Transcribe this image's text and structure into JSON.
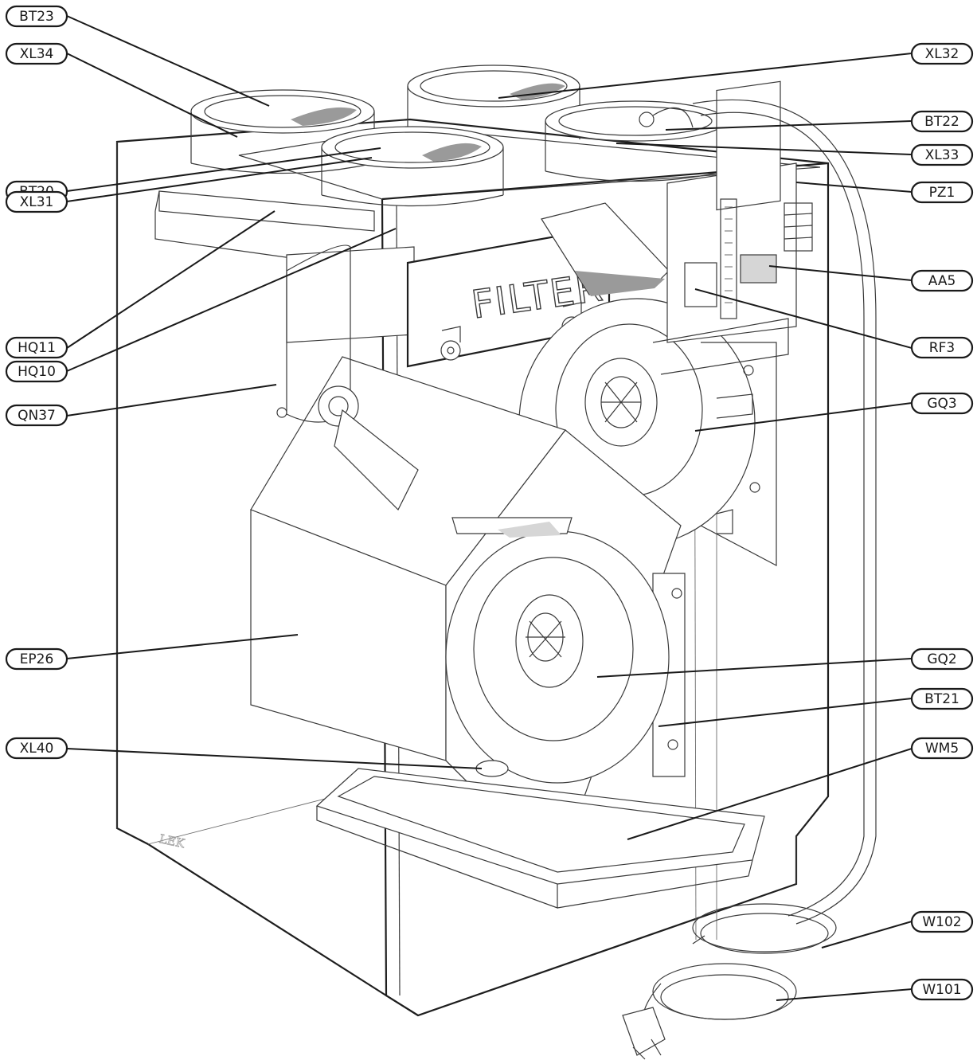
{
  "diagram": {
    "filter_text": "FILTER",
    "logo_text": "LEK",
    "left_labels": [
      "BT23",
      "XL34",
      "BT20",
      "XL31",
      "HQ11",
      "HQ10",
      "QN37",
      "EP26",
      "XL40"
    ],
    "right_labels": [
      "XL32",
      "BT22",
      "XL33",
      "PZ1",
      "AA5",
      "RF3",
      "GQ3",
      "GQ2",
      "BT21",
      "WM5",
      "W102",
      "W101"
    ]
  }
}
